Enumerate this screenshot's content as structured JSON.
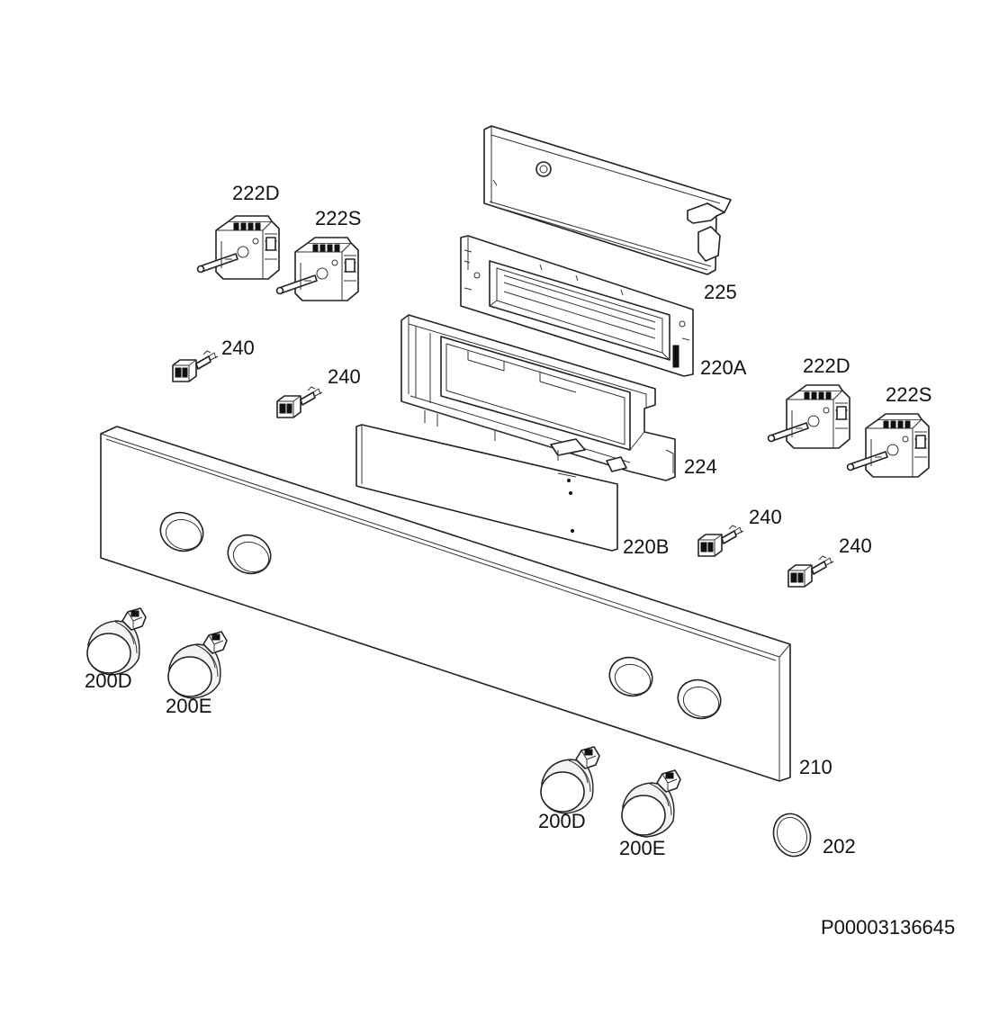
{
  "document_id": "P00003136645",
  "callouts": {
    "c222D_left": "222D",
    "c222S_left": "222S",
    "c240_a": "240",
    "c240_b": "240",
    "c225": "225",
    "c220A": "220A",
    "c222D_right": "222D",
    "c222S_right": "222S",
    "c224": "224",
    "c240_c": "240",
    "c240_d": "240",
    "c220B": "220B",
    "c200D_left": "200D",
    "c200E_left": "200E",
    "c210": "210",
    "c200D_right": "200D",
    "c200E_right": "200E",
    "c202": "202"
  },
  "colors": {
    "line": "#222222",
    "background": "#ffffff"
  }
}
